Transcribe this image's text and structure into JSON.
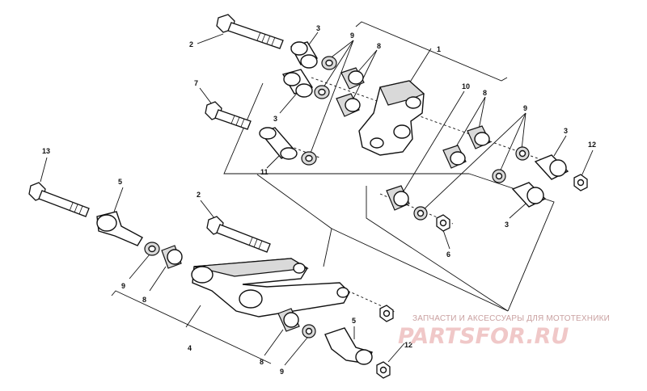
{
  "diagram": {
    "callouts": {
      "c1": "1",
      "c2a": "2",
      "c2b": "2",
      "c3a": "3",
      "c3b": "3",
      "c3c": "3",
      "c3d": "3",
      "c4": "4",
      "c5a": "5",
      "c5b": "5",
      "c6": "6",
      "c7": "7",
      "c8a": "8",
      "c8b": "8",
      "c8c": "8",
      "c8d": "8",
      "c9a": "9",
      "c9b": "9",
      "c9c": "9",
      "c9d": "9",
      "c10": "10",
      "c11": "11",
      "c12a": "12",
      "c12b": "12",
      "c13": "13"
    }
  },
  "watermark": {
    "tagline": "ЗАПЧАСТИ И АКСЕССУАРЫ ДЛЯ МОТОТЕХНИКИ",
    "logo": "PARTSFOR.RU"
  }
}
